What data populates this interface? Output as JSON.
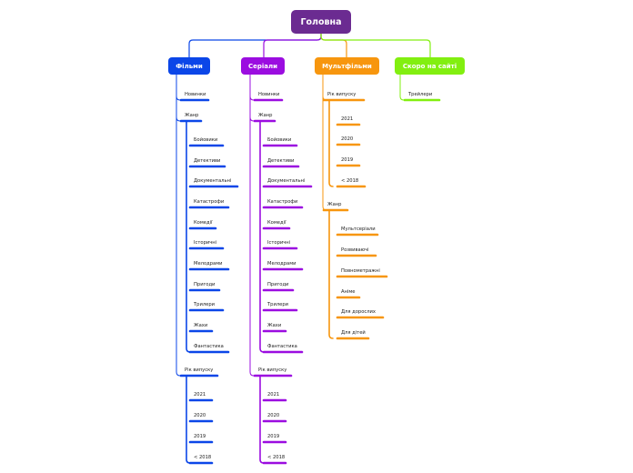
{
  "root": {
    "label": "Головна"
  },
  "colors": {
    "root": "#6b2b91",
    "films": "#0b46e8",
    "series": "#9b0de0",
    "cartoons": "#f7960e",
    "soon": "#82ef10"
  },
  "films": {
    "label": "Фільми",
    "new": "Новинки",
    "genre": "Жанр",
    "genres": [
      "Бойовики",
      "Детективи",
      "Документальні",
      "Катастрофи",
      "Комедії",
      "Історичні",
      "Мелодрами",
      "Пригоди",
      "Трилери",
      "Жахи",
      "Фантастика"
    ],
    "year": "Рік випуску",
    "years": [
      "2021",
      "2020",
      "2019",
      "< 2018"
    ]
  },
  "series": {
    "label": "Серіали",
    "new": "Новинки",
    "genre": "Жанр",
    "genres": [
      "Бойовики",
      "Детективи",
      "Документальні",
      "Катастрофи",
      "Комедії",
      "Історичні",
      "Мелодрами",
      "Пригоди",
      "Трилери",
      "Жахи",
      "Фантастика"
    ],
    "year": "Рік випуску",
    "years": [
      "2021",
      "2020",
      "2019",
      "< 2018"
    ]
  },
  "cartoons": {
    "label": "Мультфільми",
    "year": "Рік випуску",
    "years": [
      "2021",
      "2020",
      "2019",
      "< 2018"
    ],
    "genre": "Жанр",
    "genres": [
      "Мультсеріали",
      "Розвиваючі",
      "Повнометражні",
      "Аніме",
      "Для дорослих",
      "Для дітей"
    ]
  },
  "soon": {
    "label": "Скоро на сайті",
    "trailers": "Трейлери"
  }
}
